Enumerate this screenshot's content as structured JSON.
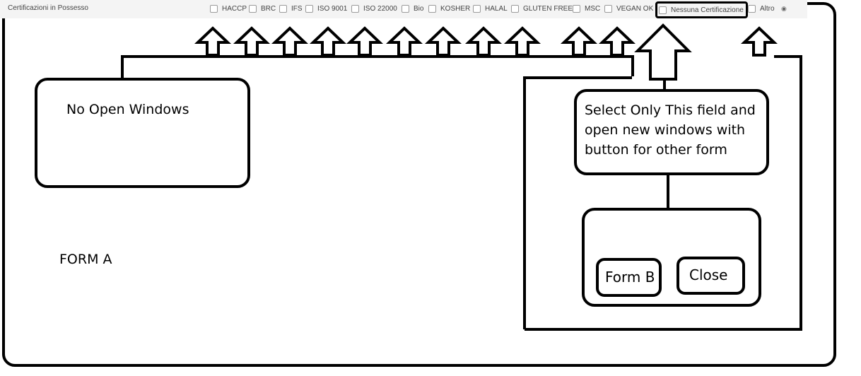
{
  "certifications": {
    "title": "Certificazioni in Possesso",
    "options": [
      "HACCP",
      "BRC",
      "IFS",
      "ISO 9001",
      "ISO 22000",
      "Bio",
      "KOSHER",
      "HALAL",
      "GLUTEN FREE",
      "MSC",
      "VEGAN OK",
      "Nessuna Certificazione",
      "Altro"
    ],
    "icon": "eye-icon"
  },
  "notes": {
    "left_box": "No Open Windows",
    "right_box_lines": [
      "Select Only This field and",
      "open new windows with",
      "button for other form"
    ]
  },
  "form_a_label": "FORM A",
  "dialog": {
    "form_b_button": "Form B",
    "close_button": "Close"
  }
}
